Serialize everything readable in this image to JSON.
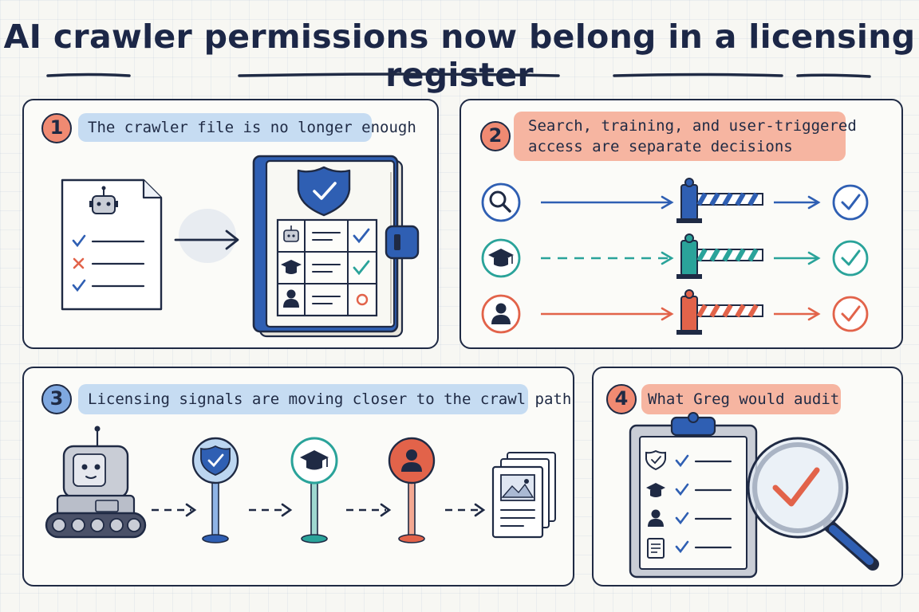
{
  "title": "AI crawler permissions now belong in a licensing register",
  "colors": {
    "ink": "#1f2a44",
    "blue": "#2f5fb3",
    "teal": "#2aa39a",
    "coral": "#e2634a",
    "blue_highlight": "#bcd6f1",
    "coral_highlight": "#f4a892"
  },
  "panels": [
    {
      "number": "1",
      "title": "The crawler file is no longer enough",
      "highlight": "blue",
      "icons": [
        "crawler-file-document-icon",
        "robot-icon",
        "arrow-right-icon",
        "licensing-register-book-icon",
        "shield-check-icon",
        "graduation-cap-icon",
        "user-icon"
      ],
      "register_rows": [
        {
          "icon": "robot-icon",
          "status": "check",
          "color": "blue"
        },
        {
          "icon": "graduation-cap-icon",
          "status": "check",
          "color": "teal"
        },
        {
          "icon": "user-icon",
          "status": "pending",
          "color": "coral"
        }
      ]
    },
    {
      "number": "2",
      "title_lines": [
        "Search, training, and user-triggered",
        "access are separate decisions"
      ],
      "highlight": "coral",
      "lanes": [
        {
          "icon": "search-icon",
          "color": "blue",
          "line": "solid",
          "result": "check"
        },
        {
          "icon": "graduation-cap-icon",
          "color": "teal",
          "line": "dashed",
          "result": "check"
        },
        {
          "icon": "user-icon",
          "color": "coral",
          "line": "solid",
          "result": "check"
        }
      ]
    },
    {
      "number": "3",
      "title": "Licensing signals are moving closer to the crawl path",
      "highlight": "blue",
      "steps": [
        "robot-crawler-icon",
        "shield-check-signpost-icon",
        "graduation-cap-signpost-icon",
        "user-signpost-icon",
        "content-pages-icon"
      ]
    },
    {
      "number": "4",
      "title": "What Greg would audit",
      "highlight": "coral",
      "checklist": [
        "shield-icon",
        "graduation-cap-icon",
        "user-icon",
        "document-icon"
      ],
      "icons": [
        "clipboard-icon",
        "magnifying-glass-icon",
        "check-icon"
      ]
    }
  ]
}
